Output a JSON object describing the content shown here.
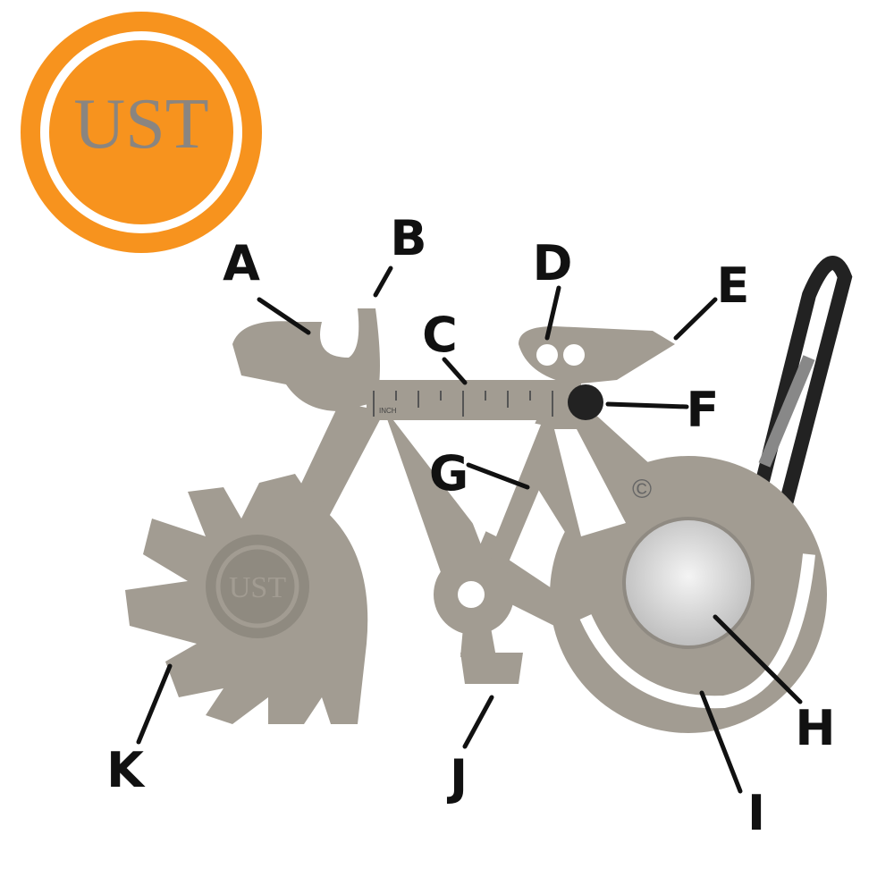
{
  "logo": {
    "text": "UST",
    "color_outer": "#f7931e",
    "color_text": "#8a8580"
  },
  "tool": {
    "ruler_label": "INCH",
    "copyright_mark": "©",
    "engraved_logo": "UST",
    "metal_color": "#a29c92"
  },
  "callouts": [
    {
      "letter": "A"
    },
    {
      "letter": "B"
    },
    {
      "letter": "C"
    },
    {
      "letter": "D"
    },
    {
      "letter": "E"
    },
    {
      "letter": "F"
    },
    {
      "letter": "G"
    },
    {
      "letter": "H"
    },
    {
      "letter": "I"
    },
    {
      "letter": "J"
    },
    {
      "letter": "K"
    }
  ]
}
